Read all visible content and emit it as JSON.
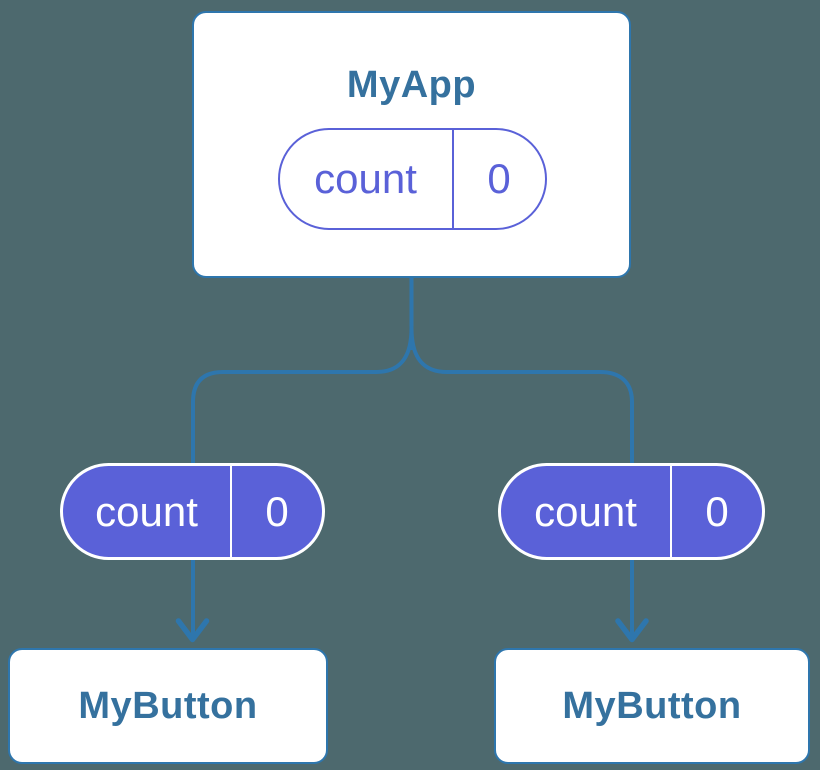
{
  "colors": {
    "background": "#4d696e",
    "connector_blue": "#2e76ad",
    "title_text_blue": "#35719e",
    "pill_purple": "#5a61d8",
    "card_white": "#ffffff",
    "pill_text_white": "#ffffff"
  },
  "tree": {
    "root": {
      "label": "MyApp",
      "state": {
        "name": "count",
        "value": "0"
      }
    },
    "children": [
      {
        "label": "MyButton",
        "prop": {
          "name": "count",
          "value": "0"
        }
      },
      {
        "label": "MyButton",
        "prop": {
          "name": "count",
          "value": "0"
        }
      }
    ]
  }
}
